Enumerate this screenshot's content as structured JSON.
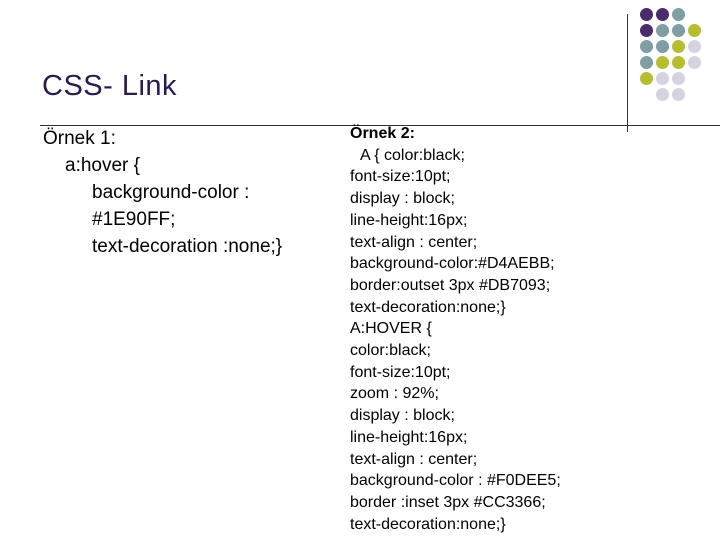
{
  "slide": {
    "title": "CSS- Link"
  },
  "decoration": {
    "dot_colors": [
      "#4a2c6b",
      "#7f9ea3",
      "#b7bd2f",
      "#d6d3e0"
    ],
    "rule_color": "#333333"
  },
  "example1": {
    "heading": "Örnek 1:",
    "lines": [
      "a:hover {",
      "background-color :",
      "#1E90FF;",
      "text-decoration :none;}"
    ]
  },
  "example2": {
    "heading": "Örnek 2:",
    "lines": [
      "A { color:black;",
      "font-size:10pt;",
      "display : block;",
      "line-height:16px;",
      "text-align : center;",
      "background-color:#D4AEBB;",
      "border:outset 3px #DB7093;",
      "text-decoration:none;}",
      "A:HOVER {",
      "color:black;",
      "font-size:10pt;",
      "zoom : 92%;",
      "display : block;",
      "line-height:16px;",
      "text-align : center;",
      "background-color : #F0DEE5;",
      "border :inset 3px #CC3366;",
      "text-decoration:none;}"
    ]
  }
}
